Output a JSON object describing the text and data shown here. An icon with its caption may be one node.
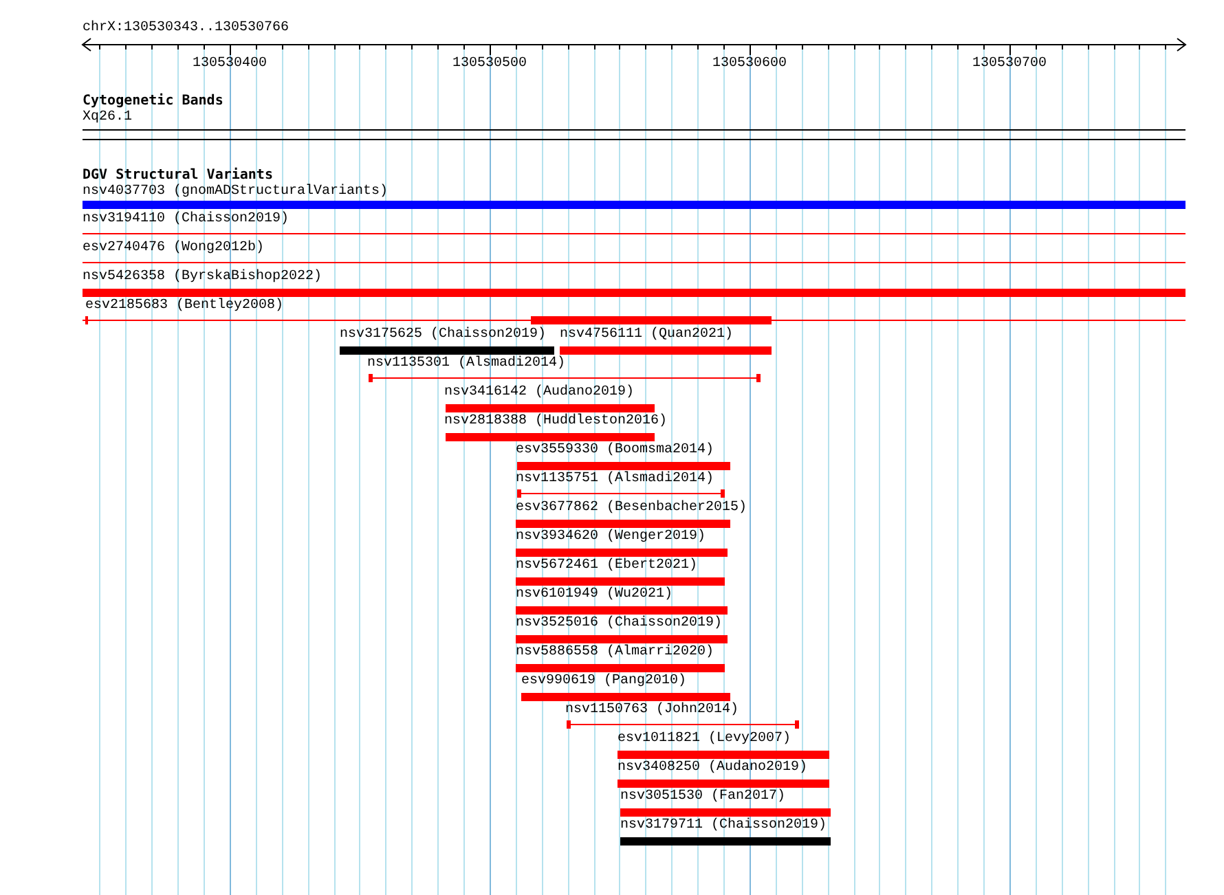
{
  "diagram": {
    "title": "chrX:130530343..130530766",
    "labels": [
      "130530400",
      "130530500",
      "130530600",
      "130530700",
      "Cytogenetic Bands",
      "Xq26.1",
      "DGV Structural Variants",
      "nsv4037703 (gnomADStructuralVariants)",
      "nsv3194110 (Chaisson2019)",
      "esv2740476 (Wong2012b)",
      "nsv5426358 (ByrskaBishop2022)",
      "esv2185683 (Bentley2008)",
      "nsv3175625 (Chaisson2019)",
      "nsv4756111 (Quan2021)",
      "nsv1135301 (Alsmadi2014)",
      "nsv3416142 (Audano2019)",
      "nsv2818388 (Huddleston2016)",
      "esv3559330 (Boomsma2014)",
      "nsv1135751 (Alsmadi2014)",
      "esv3677862 (Besenbacher2015)",
      "nsv3934620 (Wenger2019)",
      "nsv5672461 (Ebert2021)",
      "nsv6101949 (Wu2021)",
      "nsv3525016 (Chaisson2019)",
      "nsv5886558 (Almarri2020)",
      "esv990619 (Pang2010)",
      "nsv1150763 (John2014)",
      "esv1011821 (Levy2007)",
      "nsv3408250 (Audano2019)",
      "nsv3051530 (Fan2017)",
      "nsv3179711 (Chaisson2019)"
    ]
  }
}
